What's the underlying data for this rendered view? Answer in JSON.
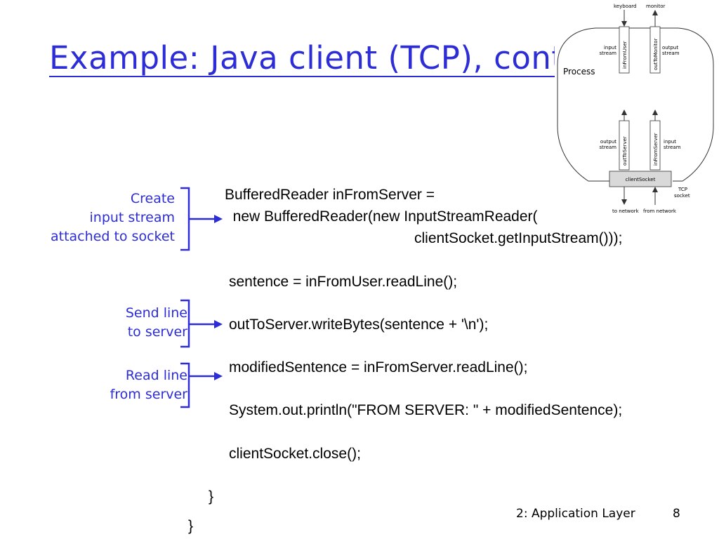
{
  "slide": {
    "title": "Example: Java client (TCP), cont.",
    "footer_label": "2: Application Layer",
    "page_number": "8"
  },
  "annotations": {
    "create": [
      "Create",
      "input stream",
      "attached to socket"
    ],
    "send": [
      "Send line",
      "to server"
    ],
    "read": [
      "Read line",
      "from server"
    ]
  },
  "code": {
    "lines": [
      "BufferedReader inFromServer =",
      "  new BufferedReader(new InputStreamReader(",
      "clientSocket.getInputStream()));",
      "sentence = inFromUser.readLine();",
      "outToServer.writeBytes(sentence + '\\n');",
      "modifiedSentence = inFromServer.readLine();",
      "System.out.println(\"FROM SERVER: \" + modifiedSentence);",
      "clientSocket.close();",
      "}",
      "}"
    ]
  },
  "diagram": {
    "keyboard": "keyboard",
    "monitor": "monitor",
    "process": "Process",
    "input_stream_top": [
      "input",
      "stream"
    ],
    "output_stream_top": [
      "output",
      "stream"
    ],
    "in_from_user": "inFromUser",
    "out_to_monitor": "outToMonitor",
    "output_stream_bottom": [
      "output",
      "stream"
    ],
    "input_stream_bottom": [
      "input",
      "stream"
    ],
    "out_to_server": "outToServer",
    "in_from_server": "inFromServer",
    "client_socket": "clientSocket",
    "tcp_socket": [
      "TCP",
      "socket"
    ],
    "to_network": "to network",
    "from_network": "from network"
  }
}
